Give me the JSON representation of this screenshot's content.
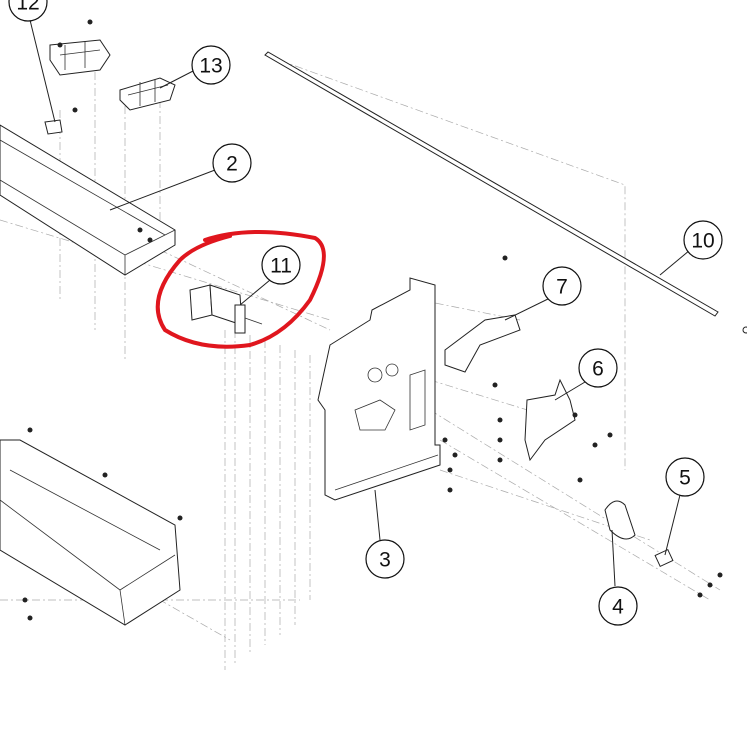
{
  "diagram": {
    "type": "exploded-parts-view",
    "highlight_color": "#e0161e",
    "highlighted_callout": "11",
    "callouts": [
      {
        "id": "12",
        "label": "12"
      },
      {
        "id": "13",
        "label": "13"
      },
      {
        "id": "2",
        "label": "2"
      },
      {
        "id": "11",
        "label": "11"
      },
      {
        "id": "10",
        "label": "10"
      },
      {
        "id": "7",
        "label": "7"
      },
      {
        "id": "6",
        "label": "6"
      },
      {
        "id": "5",
        "label": "5"
      },
      {
        "id": "3",
        "label": "3"
      },
      {
        "id": "4",
        "label": "4"
      }
    ]
  }
}
